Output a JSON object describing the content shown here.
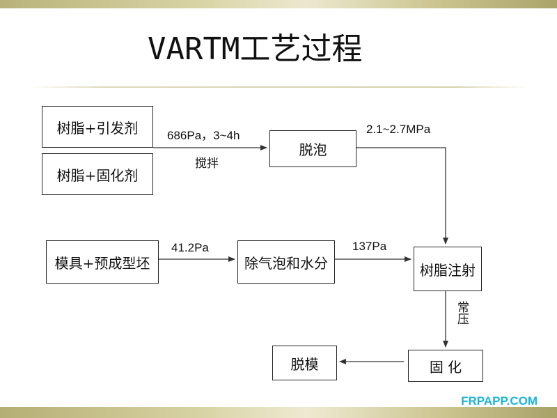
{
  "slide": {
    "title": "VARTM工艺过程"
  },
  "diagram": {
    "boxes": {
      "resin_initiator": "树脂+引发剂",
      "resin_curing_agent": "树脂+固化剂",
      "degassing": "脱泡",
      "mold_preform": "模具+预成型坯",
      "remove_bubbles_moisture": "除气泡和水分",
      "resin_injection": "树脂注射",
      "curing": "固 化",
      "demolding": "脱模"
    },
    "labels": {
      "mix_condition": "686Pa，3~4h",
      "stirring": "搅拌",
      "degassing_pressure": "2.1~2.7MPa",
      "mold_pressure": "41.2Pa",
      "injection_pressure": "137Pa",
      "normal_pressure": "常压"
    }
  },
  "watermark": "FRPAPP.COM",
  "colors": {
    "band": "#c9c28c",
    "watermark": "#1eb4d8",
    "line": "#333333"
  }
}
